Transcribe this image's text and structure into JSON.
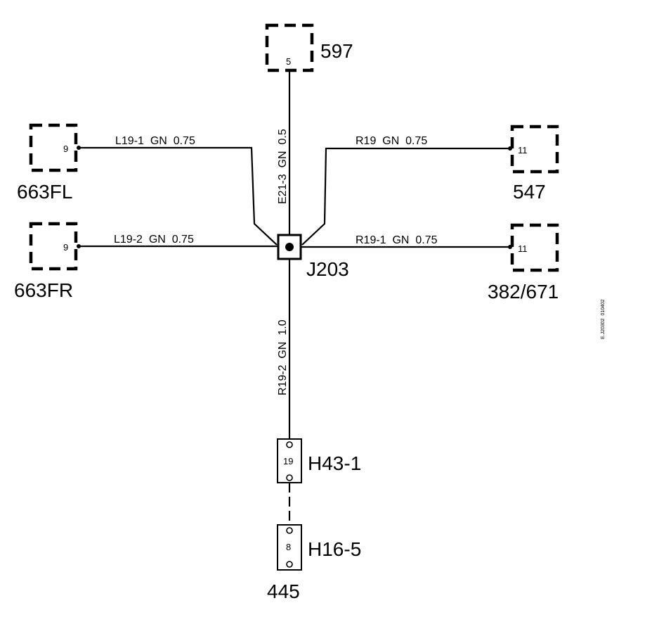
{
  "components": {
    "top": {
      "name": "597",
      "pin": "5"
    },
    "front_left": {
      "name": "663FL",
      "pin": "9"
    },
    "front_right": {
      "name": "663FR",
      "pin": "9"
    },
    "right_upper": {
      "name": "547",
      "pin": "11"
    },
    "right_lower": {
      "name": "382/671",
      "pin": "11"
    },
    "splice": {
      "name": "J203"
    },
    "connector_1": {
      "name": "H43-1",
      "pin": "19"
    },
    "connector_2": {
      "name": "H16-5",
      "pin": "8"
    },
    "bottom": {
      "name": "445"
    }
  },
  "wires": {
    "top": "E21-3  GN  0.5",
    "left_upper": "L19-1  GN  0.75",
    "left_lower": "L19-2  GN  0.75",
    "right_upper": "R19  GN  0.75",
    "right_lower": "R19-1  GN  0.75",
    "bottom": "R19-2  GN  1.0"
  },
  "drawing_code": "E.J20302  010402"
}
